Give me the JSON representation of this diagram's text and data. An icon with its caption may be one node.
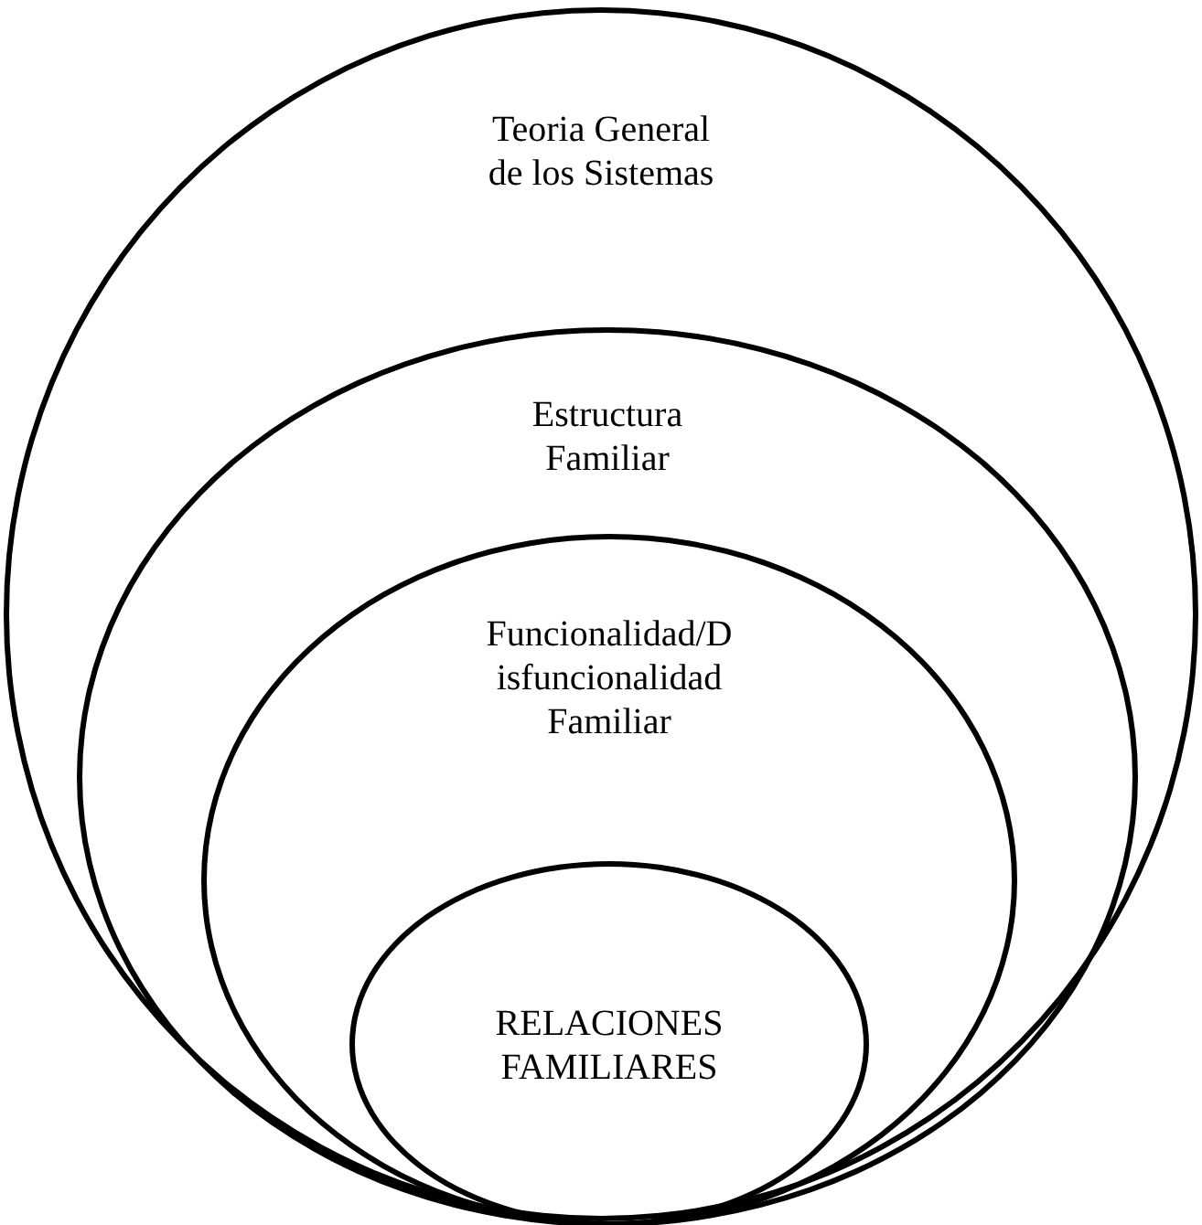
{
  "diagram": {
    "nodes": [
      {
        "text": [
          "Teoria General de los Sistemas"
        ]
      },
      {
        "text": [
          "Estructura Familiar"
        ],
        "in": 0
      },
      {
        "text": [
          "Funcionalidad/D isfuncionalidad Familiar"
        ],
        "in": 1
      },
      {
        "text": [
          "RELACIONES FAMILIARES"
        ],
        "in": 2
      }
    ],
    "edges": []
  }
}
